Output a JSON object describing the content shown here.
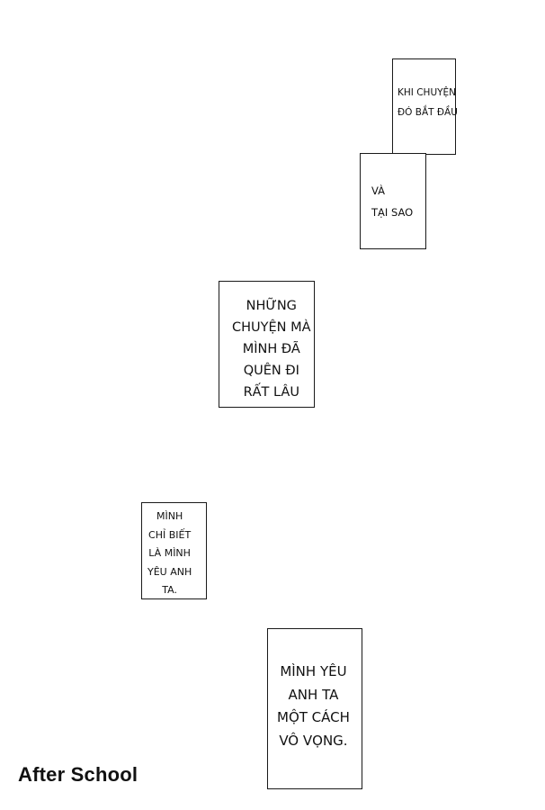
{
  "captions": [
    {
      "lines": [
        "KHI CHUYỆN",
        "ĐÓ BẮT ĐẦU"
      ]
    },
    {
      "lines": [
        "VÀ",
        "TẠI SAO"
      ]
    },
    {
      "lines": [
        "NHỮNG",
        "CHUYỆN MÀ",
        "MÌNH ĐÃ",
        "QUÊN ĐI",
        "RẤT LÂU"
      ]
    },
    {
      "lines": [
        "MÌNH",
        "CHỈ BIẾT",
        "LÀ MÌNH",
        "YÊU ANH",
        "TA."
      ]
    },
    {
      "lines": [
        "MÌNH YÊU",
        "ANH TA",
        "MỘT CÁCH",
        "VÔ VỌNG."
      ]
    }
  ],
  "brand": {
    "label": "After School"
  }
}
